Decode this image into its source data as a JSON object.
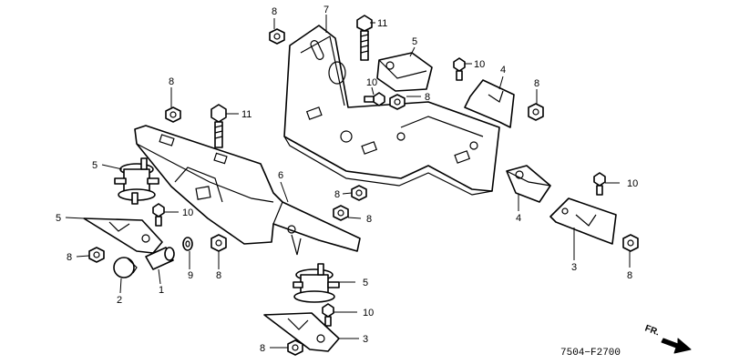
{
  "diagram_code": "7504−F2700",
  "direction_label": "FR.",
  "callouts": [
    {
      "id": "c8a",
      "text": "8"
    },
    {
      "id": "c7",
      "text": "7"
    },
    {
      "id": "c11a",
      "text": "11"
    },
    {
      "id": "c5a",
      "text": "5"
    },
    {
      "id": "c10a",
      "text": "10"
    },
    {
      "id": "c4a",
      "text": "4"
    },
    {
      "id": "c10b",
      "text": "10"
    },
    {
      "id": "c8b",
      "text": "8"
    },
    {
      "id": "c8c",
      "text": "8"
    },
    {
      "id": "c8d",
      "text": "8"
    },
    {
      "id": "c11b",
      "text": "11"
    },
    {
      "id": "c5b",
      "text": "5"
    },
    {
      "id": "c6",
      "text": "6"
    },
    {
      "id": "c8e",
      "text": "8"
    },
    {
      "id": "c8f",
      "text": "8"
    },
    {
      "id": "c10c",
      "text": "10"
    },
    {
      "id": "c5c",
      "text": "5"
    },
    {
      "id": "c4b",
      "text": "4"
    },
    {
      "id": "c10d",
      "text": "10"
    },
    {
      "id": "c8g",
      "text": "8"
    },
    {
      "id": "c9",
      "text": "9"
    },
    {
      "id": "c8h",
      "text": "8"
    },
    {
      "id": "c2",
      "text": "2"
    },
    {
      "id": "c1",
      "text": "1"
    },
    {
      "id": "c5d",
      "text": "5"
    },
    {
      "id": "c10e",
      "text": "10"
    },
    {
      "id": "c3a",
      "text": "3"
    },
    {
      "id": "c8i",
      "text": "8"
    },
    {
      "id": "c3b",
      "text": "3"
    },
    {
      "id": "c8j",
      "text": "8"
    }
  ]
}
